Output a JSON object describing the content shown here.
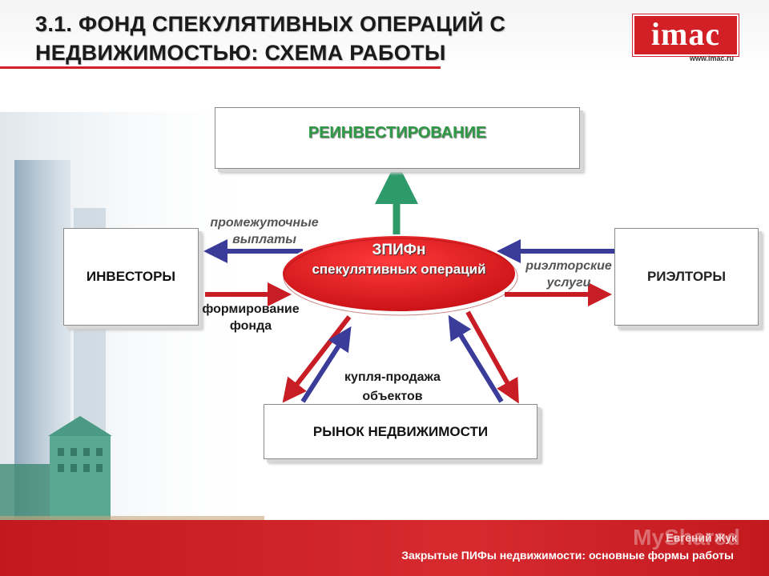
{
  "header": {
    "title": "3.1. ФОНД СПЕКУЛЯТИВНЫХ ОПЕРАЦИЙ С НЕДВИЖИМОСТЬЮ: СХЕМА РАБОТЫ",
    "logo_text": "imac",
    "logo_url": "www.imac.ru"
  },
  "diagram": {
    "reinvest": "РЕИНВЕСТИРОВАНИЕ",
    "investors": "ИНВЕСТОРЫ",
    "realtors": "РИЭЛТОРЫ",
    "market": "РЫНОК НЕДВИЖИМОСТИ",
    "fund_name": "ЗПИФн",
    "fund_subtitle": "спекулятивных операций",
    "interim_payouts": "промежуточные выплаты",
    "fund_formation": "формирование фонда",
    "realtor_services": "риэлторские услуги",
    "buy_sell": "купля-продажа объектов"
  },
  "footer": {
    "author": "Евгений Жук",
    "caption": "Закрытые ПИФы недвижимости: основные формы работы",
    "watermark": "MyShared"
  },
  "colors": {
    "accent_red": "#d32027",
    "arrow_green": "#2e9a6a",
    "arrow_blue": "#3b3b9a",
    "fund_red": "#e01b1b"
  }
}
